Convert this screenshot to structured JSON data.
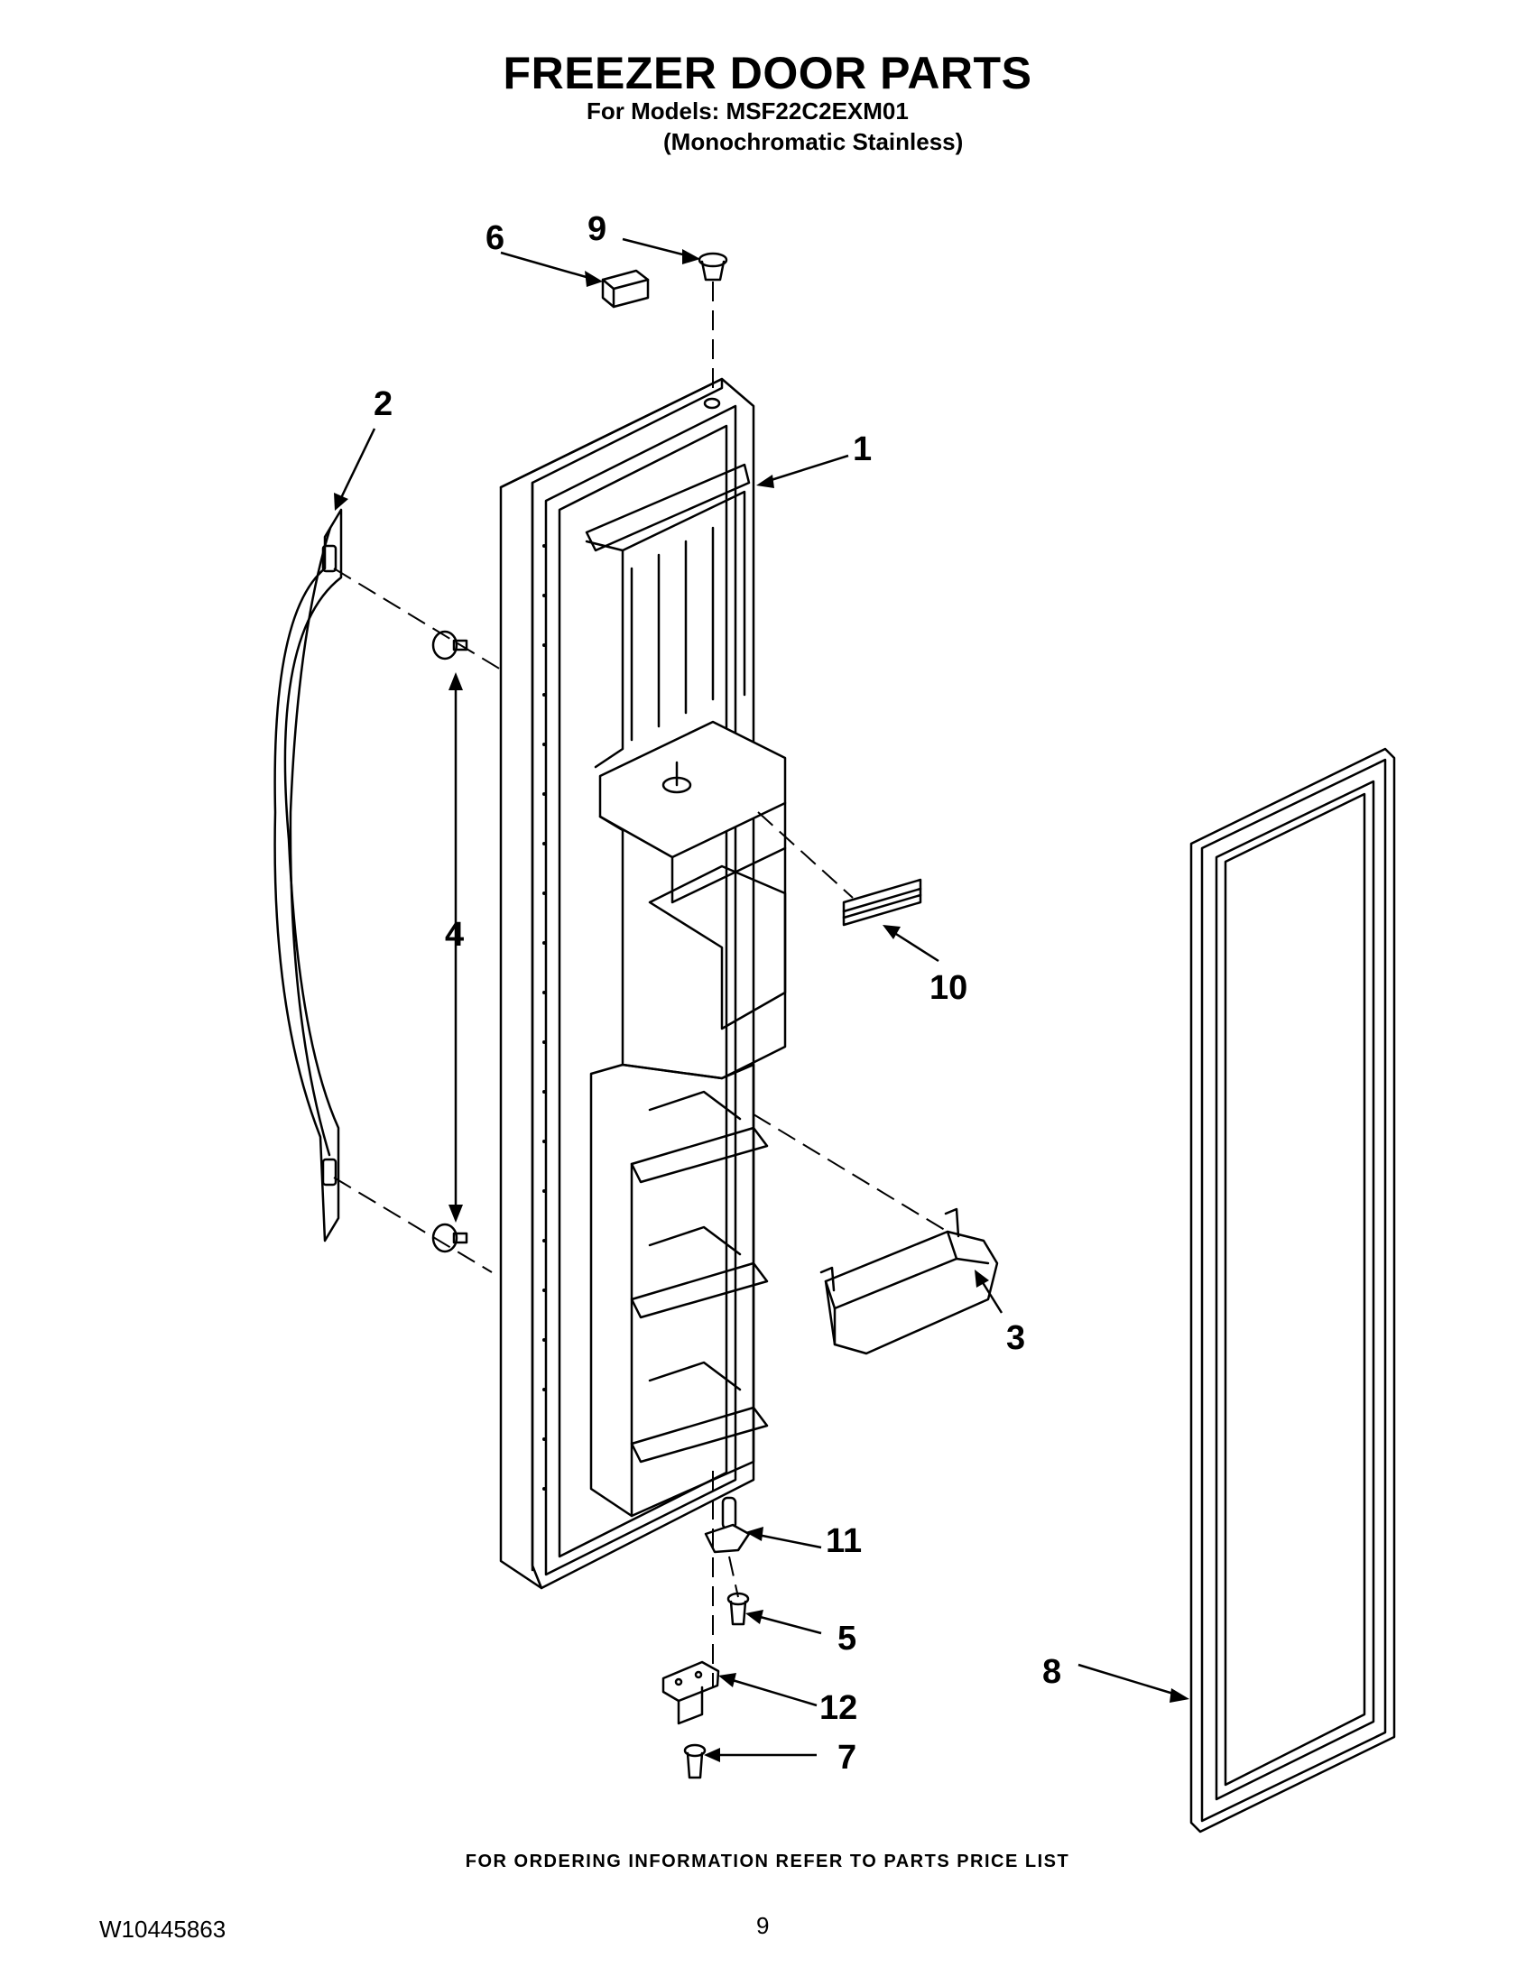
{
  "header": {
    "title": "FREEZER DOOR PARTS",
    "models_line": "For Models: MSF22C2EXM01",
    "finish_line": "(Monochromatic Stainless)"
  },
  "callouts": [
    "1",
    "2",
    "3",
    "4",
    "5",
    "6",
    "7",
    "8",
    "9",
    "10",
    "11",
    "12"
  ],
  "footer": {
    "ordering_note": "FOR ORDERING INFORMATION REFER TO PARTS PRICE LIST",
    "doc_number": "W10445863",
    "page_number": "9"
  }
}
